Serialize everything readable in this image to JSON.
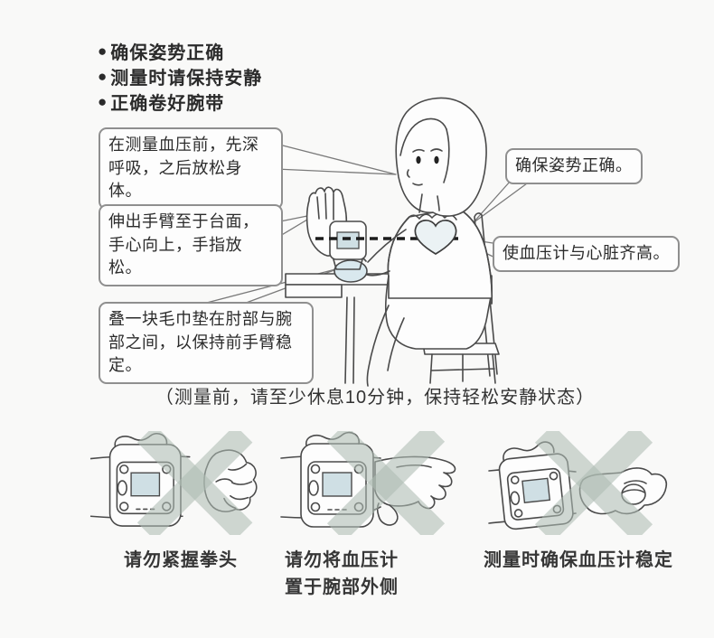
{
  "page": {
    "background": "#f9f9f8"
  },
  "colors": {
    "bg": "#f9f9f8",
    "ink": "#4a4a4a",
    "text": "#2e2e2e",
    "box_border": "#8f8f8f",
    "x_mark": "#aebcb4",
    "screen": "#cfdfe4",
    "towel": "#d9e8ee",
    "heart": "#ebf2f4"
  },
  "bullet_list": {
    "marker": "●",
    "items": [
      "确保姿势正确",
      "测量时请保持安静",
      "正确卷好腕带"
    ]
  },
  "callouts": {
    "breathe": {
      "text": "在测量血压前，先深呼吸，之后放松身体。"
    },
    "arm_position": {
      "text": "伸出手臂至于台面，手心向上，手指放松。"
    },
    "towel_pad": {
      "text": "叠一块毛巾垫在肘部与腕部之间，以保持前手臂稳定。"
    },
    "posture": {
      "text": "确保姿势正确。"
    },
    "heart_level": {
      "text": "使血压计与心脏齐高。"
    }
  },
  "rest_note": {
    "text": "（测量前，请至少休息10分钟，保持轻松安静状态）"
  },
  "warnings": {
    "items": [
      {
        "lines": [
          "请勿紧握拳头",
          ""
        ]
      },
      {
        "lines": [
          "请勿将血压计",
          "置于腕部外侧"
        ]
      },
      {
        "lines": [
          "测量时确保血压计稳定",
          ""
        ]
      }
    ]
  }
}
